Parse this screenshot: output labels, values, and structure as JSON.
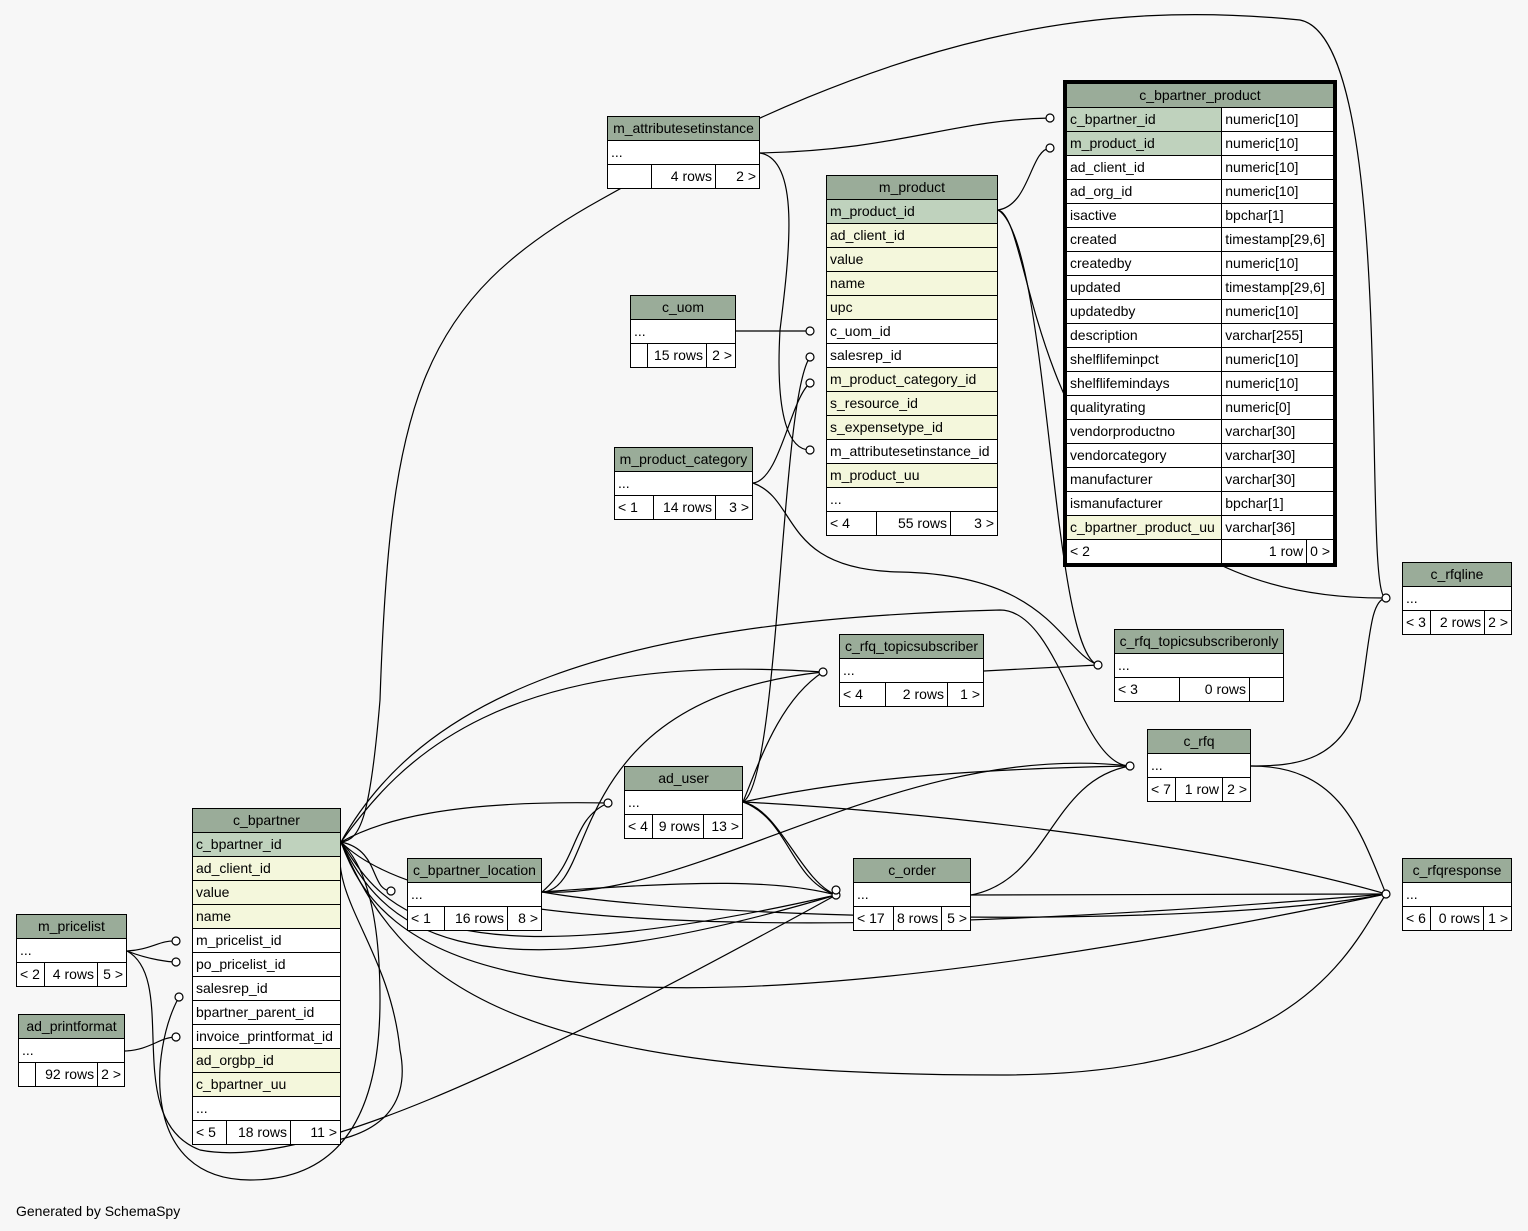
{
  "footer": "Generated by SchemaSpy",
  "tables": {
    "c_bpartner_product": {
      "name": "c_bpartner_product",
      "columns": [
        {
          "name": "c_bpartner_id",
          "type": "numeric[10]",
          "kind": "pk"
        },
        {
          "name": "m_product_id",
          "type": "numeric[10]",
          "kind": "pk"
        },
        {
          "name": "ad_client_id",
          "type": "numeric[10]",
          "kind": ""
        },
        {
          "name": "ad_org_id",
          "type": "numeric[10]",
          "kind": ""
        },
        {
          "name": "isactive",
          "type": "bpchar[1]",
          "kind": ""
        },
        {
          "name": "created",
          "type": "timestamp[29,6]",
          "kind": ""
        },
        {
          "name": "createdby",
          "type": "numeric[10]",
          "kind": ""
        },
        {
          "name": "updated",
          "type": "timestamp[29,6]",
          "kind": ""
        },
        {
          "name": "updatedby",
          "type": "numeric[10]",
          "kind": ""
        },
        {
          "name": "description",
          "type": "varchar[255]",
          "kind": ""
        },
        {
          "name": "shelflifeminpct",
          "type": "numeric[10]",
          "kind": ""
        },
        {
          "name": "shelflifemindays",
          "type": "numeric[10]",
          "kind": ""
        },
        {
          "name": "qualityrating",
          "type": "numeric[0]",
          "kind": ""
        },
        {
          "name": "vendorproductno",
          "type": "varchar[30]",
          "kind": ""
        },
        {
          "name": "vendorcategory",
          "type": "varchar[30]",
          "kind": ""
        },
        {
          "name": "manufacturer",
          "type": "varchar[30]",
          "kind": ""
        },
        {
          "name": "ismanufacturer",
          "type": "bpchar[1]",
          "kind": ""
        },
        {
          "name": "c_bpartner_product_uu",
          "type": "varchar[36]",
          "kind": "ix"
        }
      ],
      "footer": [
        "< 2",
        "1 row",
        "0 >"
      ]
    },
    "m_product": {
      "name": "m_product",
      "columns": [
        {
          "name": "m_product_id",
          "kind": "pk"
        },
        {
          "name": "ad_client_id",
          "kind": "ix"
        },
        {
          "name": "value",
          "kind": "ix"
        },
        {
          "name": "name",
          "kind": "ix"
        },
        {
          "name": "upc",
          "kind": "ix"
        },
        {
          "name": "c_uom_id",
          "kind": ""
        },
        {
          "name": "salesrep_id",
          "kind": ""
        },
        {
          "name": "m_product_category_id",
          "kind": "ix"
        },
        {
          "name": "s_resource_id",
          "kind": "ix"
        },
        {
          "name": "s_expensetype_id",
          "kind": "ix"
        },
        {
          "name": "m_attributesetinstance_id",
          "kind": ""
        },
        {
          "name": "m_product_uu",
          "kind": "ix"
        },
        {
          "name": "...",
          "kind": ""
        }
      ],
      "footer": [
        "< 4",
        "55 rows",
        "3 >"
      ]
    },
    "c_bpartner": {
      "name": "c_bpartner",
      "columns": [
        {
          "name": "c_bpartner_id",
          "kind": "pk"
        },
        {
          "name": "ad_client_id",
          "kind": "ix"
        },
        {
          "name": "value",
          "kind": "ix"
        },
        {
          "name": "name",
          "kind": "ix"
        },
        {
          "name": "m_pricelist_id",
          "kind": ""
        },
        {
          "name": "po_pricelist_id",
          "kind": ""
        },
        {
          "name": "salesrep_id",
          "kind": ""
        },
        {
          "name": "bpartner_parent_id",
          "kind": ""
        },
        {
          "name": "invoice_printformat_id",
          "kind": ""
        },
        {
          "name": "ad_orgbp_id",
          "kind": "ix"
        },
        {
          "name": "c_bpartner_uu",
          "kind": "ix"
        },
        {
          "name": "...",
          "kind": ""
        }
      ],
      "footer": [
        "< 5",
        "18 rows",
        "11 >"
      ]
    },
    "m_attributesetinstance": {
      "name": "m_attributesetinstance",
      "dots": "...",
      "footer": [
        "",
        "4 rows",
        "2 >"
      ]
    },
    "c_uom": {
      "name": "c_uom",
      "dots": "...",
      "footer": [
        "",
        "15 rows",
        "2 >"
      ]
    },
    "m_product_category": {
      "name": "m_product_category",
      "dots": "...",
      "footer": [
        "< 1",
        "14 rows",
        "3 >"
      ]
    },
    "c_rfqline": {
      "name": "c_rfqline",
      "dots": "...",
      "footer": [
        "< 3",
        "2 rows",
        "2 >"
      ]
    },
    "c_rfq_topicsubscriber": {
      "name": "c_rfq_topicsubscriber",
      "dots": "...",
      "footer": [
        "< 4",
        "2 rows",
        "1 >"
      ]
    },
    "c_rfq_topicsubscriberonly": {
      "name": "c_rfq_topicsubscriberonly",
      "dots": "...",
      "footer": [
        "< 3",
        "0 rows",
        ""
      ]
    },
    "c_rfq": {
      "name": "c_rfq",
      "dots": "...",
      "footer": [
        "< 7",
        "1 row",
        "2 >"
      ]
    },
    "ad_user": {
      "name": "ad_user",
      "dots": "...",
      "footer": [
        "< 4",
        "9 rows",
        "13 >"
      ]
    },
    "c_bpartner_location": {
      "name": "c_bpartner_location",
      "dots": "...",
      "footer": [
        "< 1",
        "16 rows",
        "8 >"
      ]
    },
    "c_order": {
      "name": "c_order",
      "dots": "...",
      "footer": [
        "< 17",
        "8 rows",
        "5 >"
      ]
    },
    "c_rfqresponse": {
      "name": "c_rfqresponse",
      "dots": "...",
      "footer": [
        "< 6",
        "0 rows",
        "1 >"
      ]
    },
    "m_pricelist": {
      "name": "m_pricelist",
      "dots": "...",
      "footer": [
        "< 2",
        "4 rows",
        "5 >"
      ]
    },
    "ad_printformat": {
      "name": "ad_printformat",
      "dots": "...",
      "footer": [
        "",
        "92 rows",
        "2 >"
      ]
    }
  }
}
